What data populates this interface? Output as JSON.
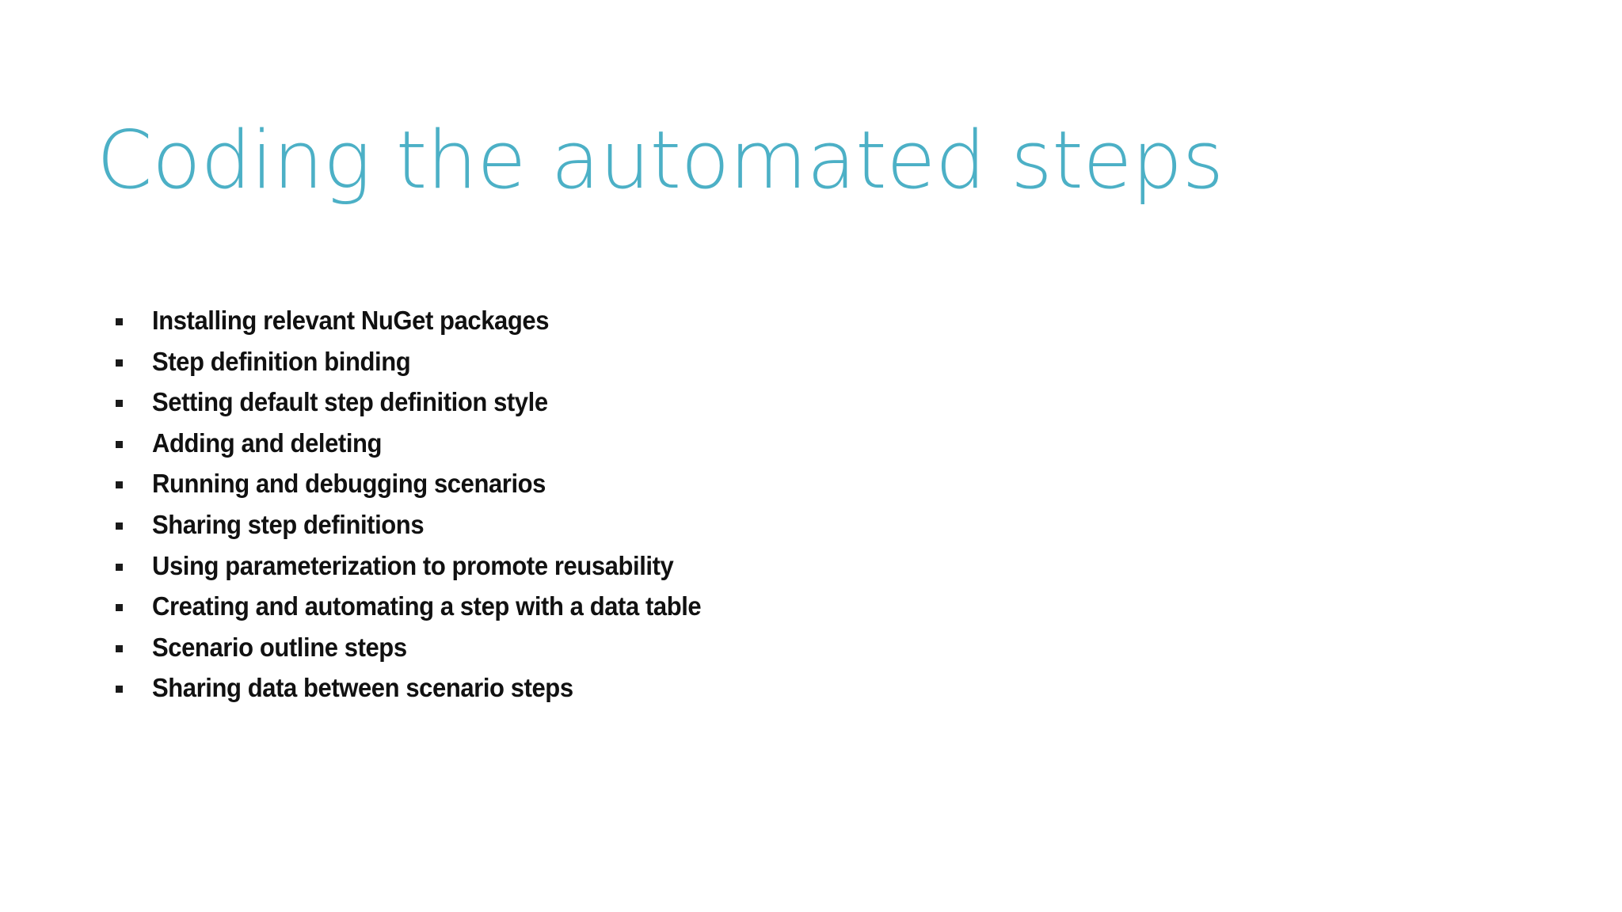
{
  "slide": {
    "title": "Coding the automated steps",
    "title_color": "#4CB0C6",
    "background_color": "#FFFFFF",
    "body_text_color": "#111111",
    "bullet_marker_icon": "square-bullet-icon",
    "bullet_marker_color": "#1A1A1A",
    "bullets": [
      {
        "label": "Installing relevant NuGet packages"
      },
      {
        "label": "Step definition binding"
      },
      {
        "label": "Setting default step definition style"
      },
      {
        "label": "Adding and deleting"
      },
      {
        "label": "Running and debugging scenarios"
      },
      {
        "label": "Sharing step definitions"
      },
      {
        "label": "Using parameterization to promote reusability"
      },
      {
        "label": "Creating and automating a step with a data table"
      },
      {
        "label": "Scenario outline steps"
      },
      {
        "label": "Sharing data between scenario steps"
      }
    ]
  }
}
